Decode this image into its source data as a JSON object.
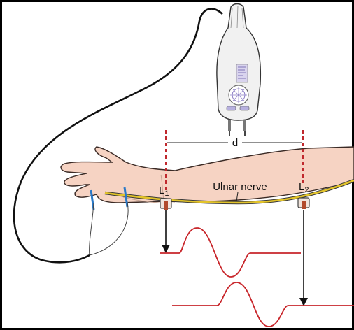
{
  "labels": {
    "distance": "d",
    "electrode1_letter": "L",
    "electrode1_index": "1",
    "electrode2_letter": "L",
    "electrode2_index": "2",
    "nerve": "Ulnar nerve"
  },
  "icons": [
    "nerve-stimulator-device-icon",
    "arm-icon",
    "recording-electrode-icon",
    "waveform-icon"
  ],
  "colors": {
    "frame": "#000000",
    "dashed_marker": "#c0282d",
    "waveform": "#c8262b",
    "arrow": "#111111",
    "nerve": "#e2c32a",
    "skin": "#f6d3c3",
    "skin_outline": "#3a2a25",
    "device_body": "#f1f1f1",
    "cable": "#111111",
    "stimulating_electrode": "#2a79c7"
  }
}
